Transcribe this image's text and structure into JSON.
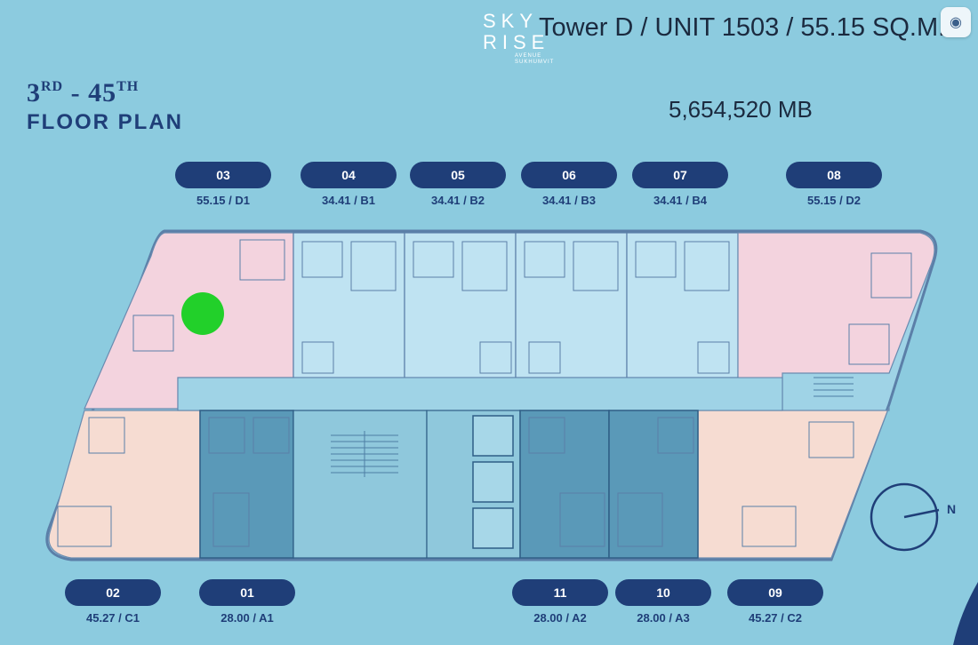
{
  "header": {
    "title_from": "3",
    "title_from_suffix": "RD",
    "title_sep": " - ",
    "title_to": "45",
    "title_to_suffix": "TH",
    "subtitle": "FLOOR PLAN",
    "unit_info": "Tower D / UNIT 1503 / 55.15 SQ.M.",
    "price": "5,654,520 MB"
  },
  "logo": {
    "line1": "SKY",
    "line2": "RISE",
    "line3": "AVENUE SUKHUMVIT"
  },
  "units_top": [
    {
      "id": "03",
      "spec": "55.15 / D1"
    },
    {
      "id": "04",
      "spec": "34.41 / B1"
    },
    {
      "id": "05",
      "spec": "34.41 / B2"
    },
    {
      "id": "06",
      "spec": "34.41 / B3"
    },
    {
      "id": "07",
      "spec": "34.41 / B4"
    },
    {
      "id": "08",
      "spec": "55.15 / D2"
    }
  ],
  "units_bottom": [
    {
      "id": "02",
      "spec": "45.27 / C1"
    },
    {
      "id": "01",
      "spec": "28.00 / A1"
    },
    {
      "id": "11",
      "spec": "28.00 / A2"
    },
    {
      "id": "10",
      "spec": "28.00 / A3"
    },
    {
      "id": "09",
      "spec": "45.27 / C2"
    }
  ],
  "compass": {
    "label": "N"
  },
  "colors": {
    "background": "#8ccbdf",
    "badge": "#1f3e78",
    "unit_pink": "#f3d3de",
    "unit_peach": "#f6dcd2",
    "unit_light_blue": "#bfe3f2",
    "unit_dark_blue": "#5a99b8",
    "corridor": "#9fd3e6",
    "highlight": "#22d02a"
  }
}
